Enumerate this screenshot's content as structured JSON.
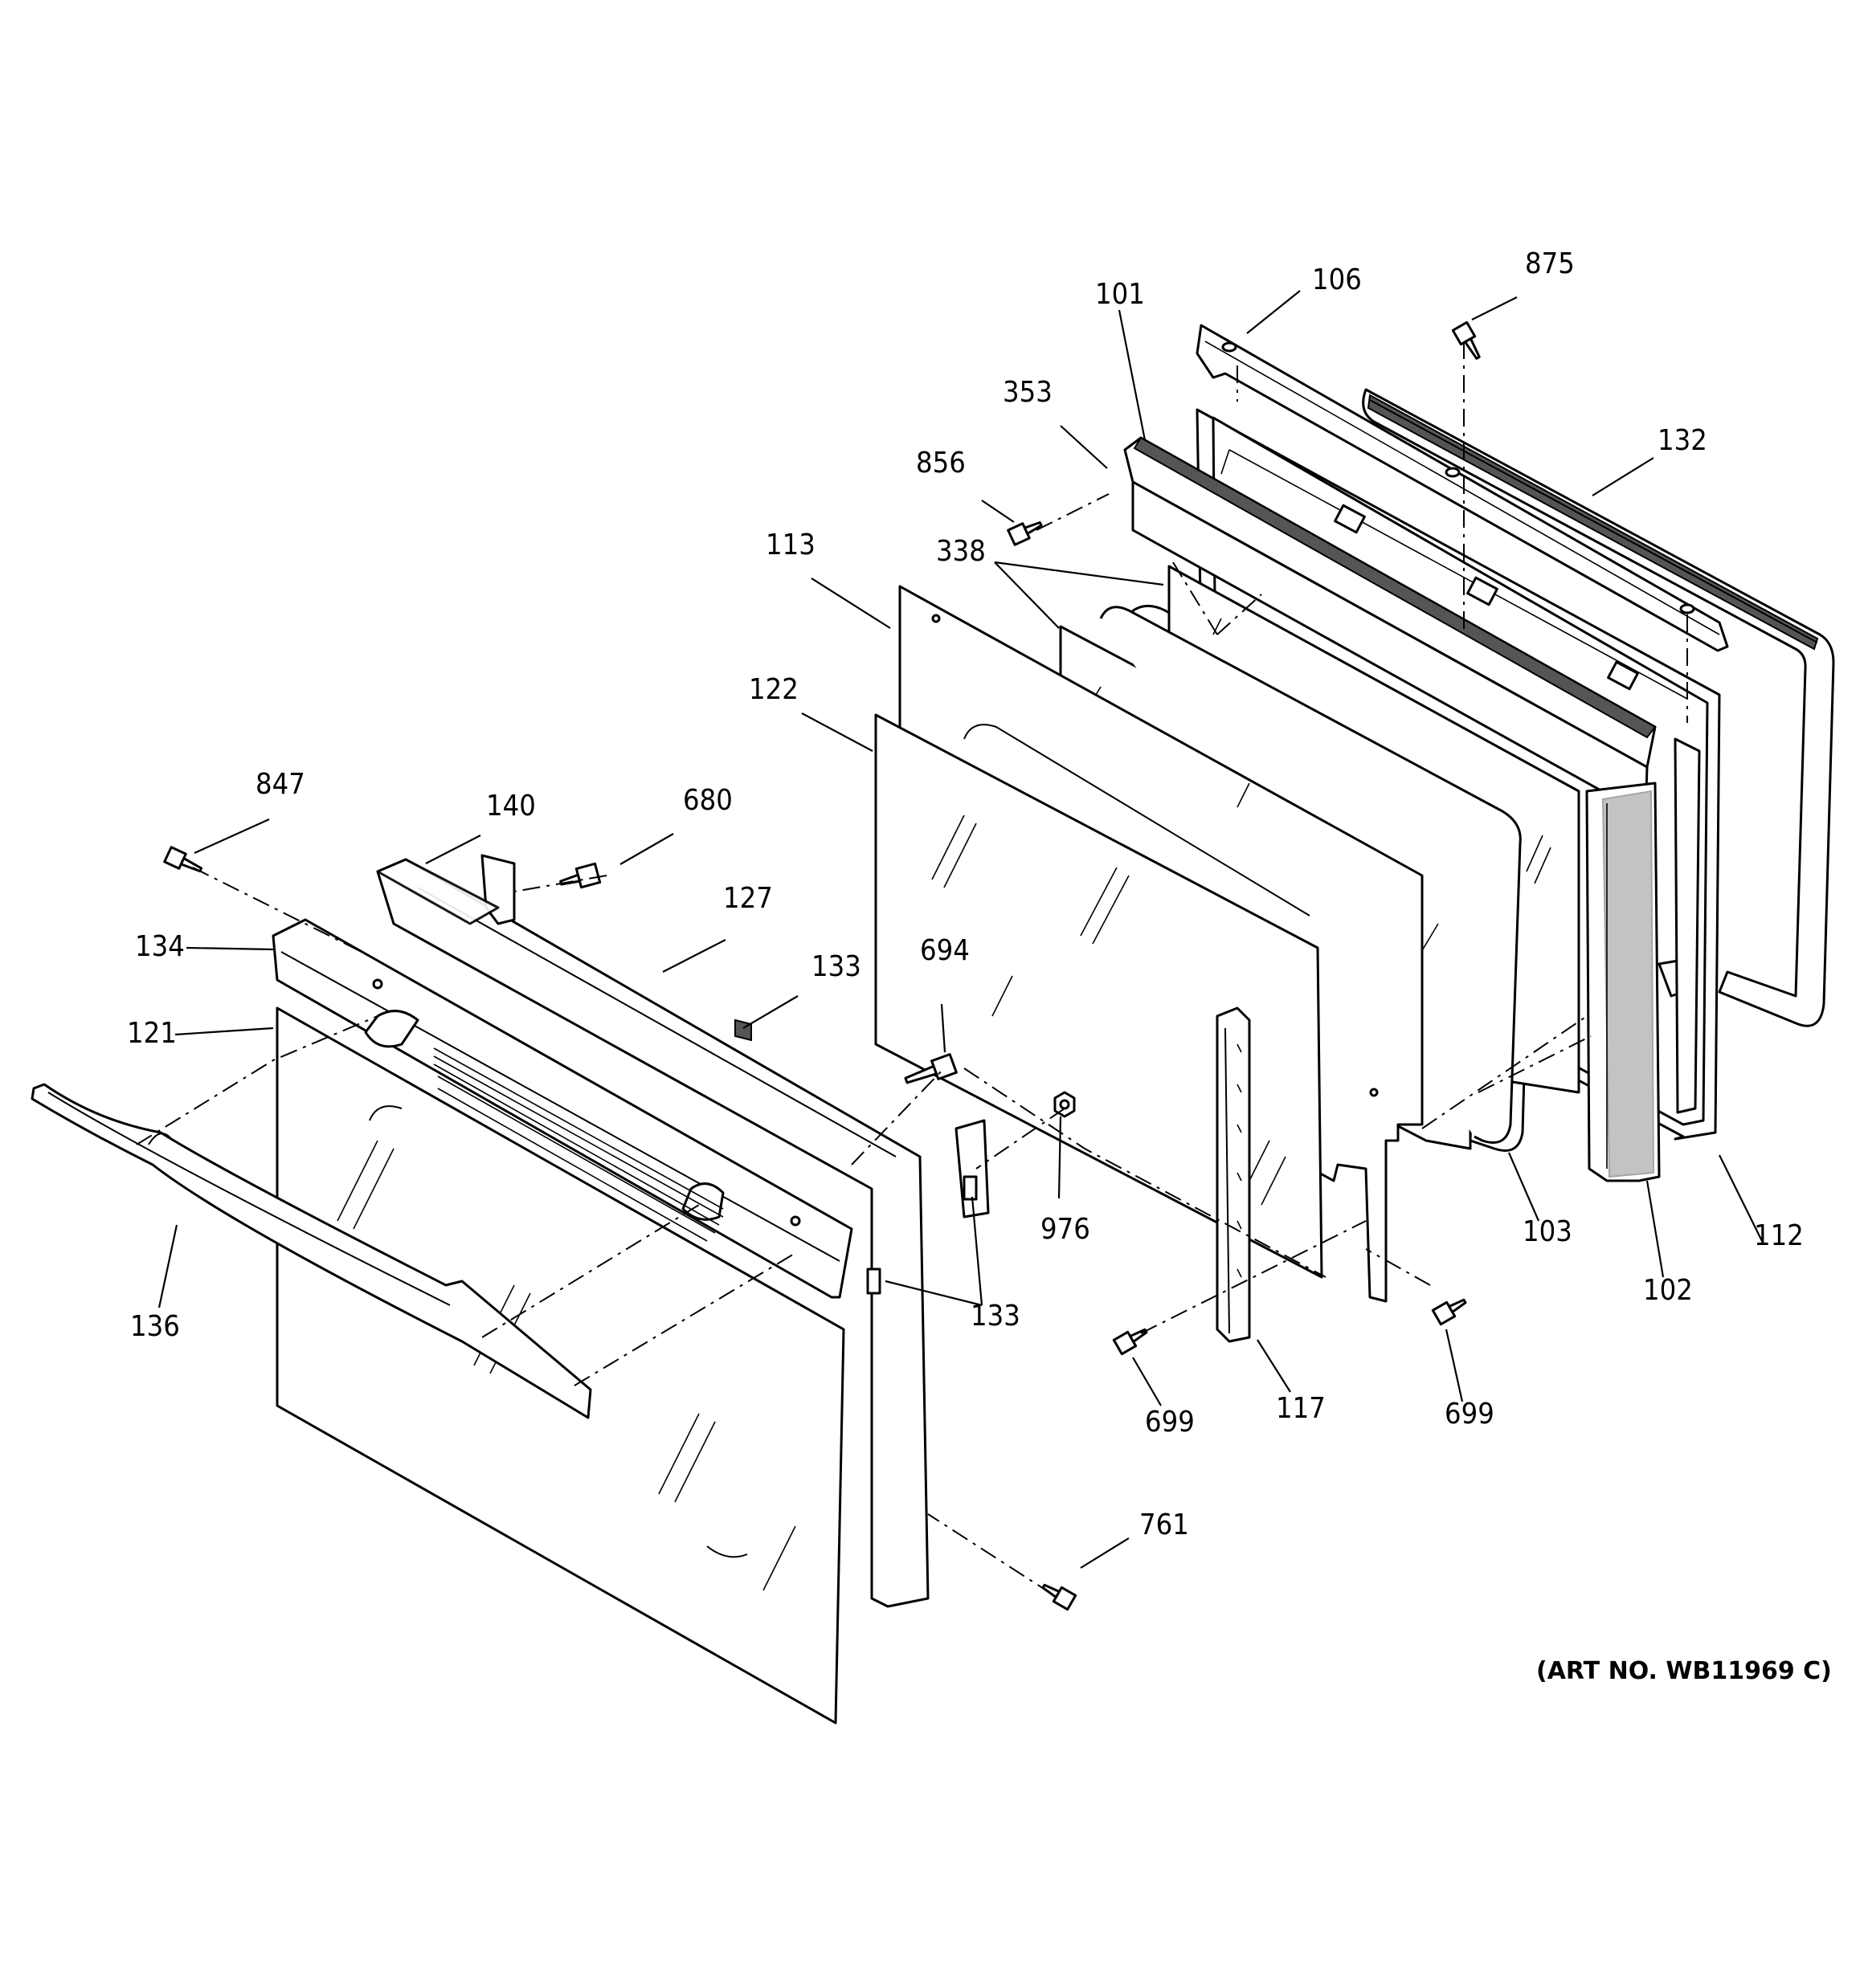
{
  "art_number": "(ART NO. WB11969 C)",
  "callouts": {
    "c101": "101",
    "c106": "106",
    "c875": "875",
    "c132": "132",
    "c353": "353",
    "c856": "856",
    "c113": "113",
    "c338": "338",
    "c122": "122",
    "c847": "847",
    "c140": "140",
    "c680": "680",
    "c127": "127",
    "c134": "134",
    "c121": "121",
    "c133a": "133",
    "c694": "694",
    "c976": "976",
    "c133b": "133",
    "c136": "136",
    "c103": "103",
    "c112": "112",
    "c102": "102",
    "c699a": "699",
    "c117": "117",
    "c699b": "699",
    "c761": "761"
  },
  "icons": {
    "screw": "screw-icon",
    "nut": "nut-icon"
  }
}
